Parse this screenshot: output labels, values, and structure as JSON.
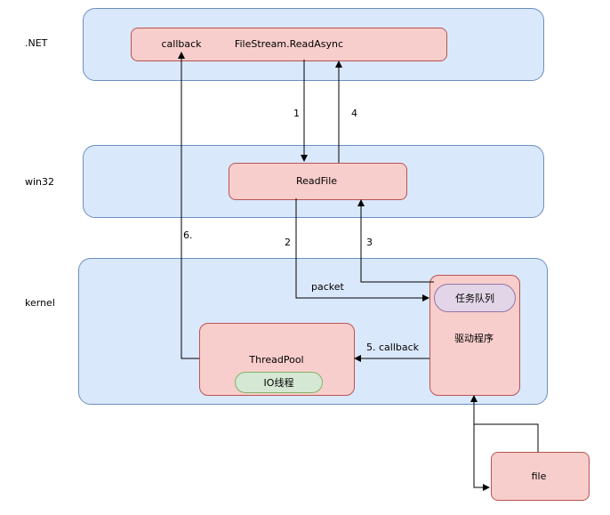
{
  "layers": {
    "net": ".NET",
    "win32": "win32",
    "kernel": "kernel"
  },
  "nodes": {
    "net_callback": "callback",
    "net_readasync": "FileStream.ReadAsync",
    "readfile": "ReadFile",
    "task_queue": "任务队列",
    "driver": "驱动程序",
    "threadpool": "ThreadPool",
    "io_thread": "IO线程",
    "file": "file"
  },
  "edges": {
    "step1": "1",
    "step2": "2",
    "step3": "3",
    "step4": "4",
    "step5": "5. callback",
    "step6": "6.",
    "packet": "packet"
  },
  "colors": {
    "layer_fill": "#dae8fc",
    "layer_stroke": "#6c8ebf",
    "box_fill": "#f8cecc",
    "box_stroke": "#b85450",
    "queue_fill": "#e1d5e7",
    "queue_stroke": "#9673a6",
    "io_fill": "#d5e8d4",
    "io_stroke": "#82b366"
  }
}
